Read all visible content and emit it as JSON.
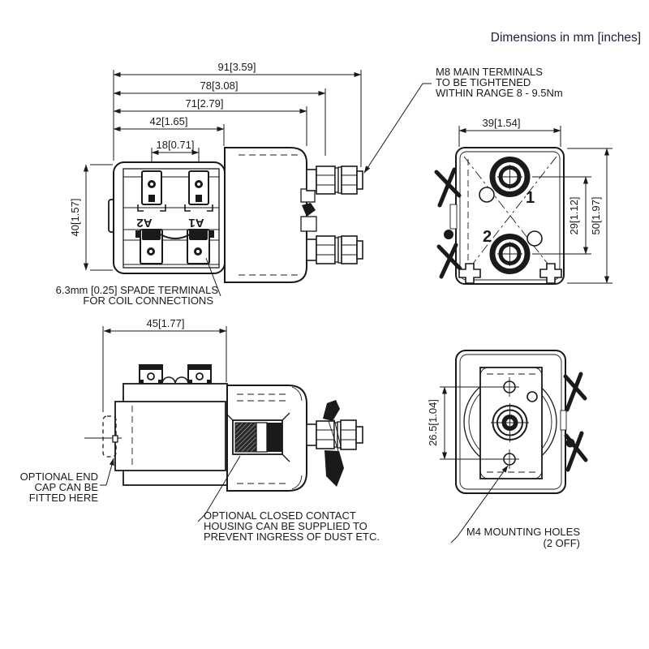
{
  "title": "Dimensions in mm [inches]",
  "top_view": {
    "dim_91": "91[3.59]",
    "dim_78": "78[3.08]",
    "dim_71": "71[2.79]",
    "dim_42": "42[1.65]",
    "dim_18": "18[0.71]",
    "dim_40": "40[1.57]",
    "label_a2": "A2",
    "label_a1": "A1"
  },
  "front_view": {
    "dim_39": "39[1.54]",
    "dim_29": "29[1.12]",
    "dim_50": "50[1.97]",
    "label_1": "1",
    "label_2": "2"
  },
  "side_view": {
    "dim_45": "45[1.77]"
  },
  "rear_view": {
    "dim_26_5": "26.5[1.04]"
  },
  "callouts": {
    "m8_line1": "M8 MAIN TERMINALS",
    "m8_line2": "TO BE TIGHTENED",
    "m8_line3": "WITHIN RANGE 8 - 9.5Nm",
    "spade_line1": "6.3mm [0.25] SPADE  TERMINALS",
    "spade_line2": "FOR COIL CONNECTIONS",
    "endcap_line1": "OPTIONAL END",
    "endcap_line2": "CAP CAN BE",
    "endcap_line3": "FITTED HERE",
    "housing_line1": "OPTIONAL CLOSED CONTACT",
    "housing_line2": "HOUSING CAN BE SUPPLIED TO",
    "housing_line3": "PREVENT INGRESS OF DUST ETC.",
    "m4_line1": "M4 MOUNTING HOLES",
    "m4_line2": "(2 OFF)"
  },
  "colors": {
    "line": "#1a1a1a",
    "title_text": "#1d1d3a",
    "background": "#ffffff"
  }
}
